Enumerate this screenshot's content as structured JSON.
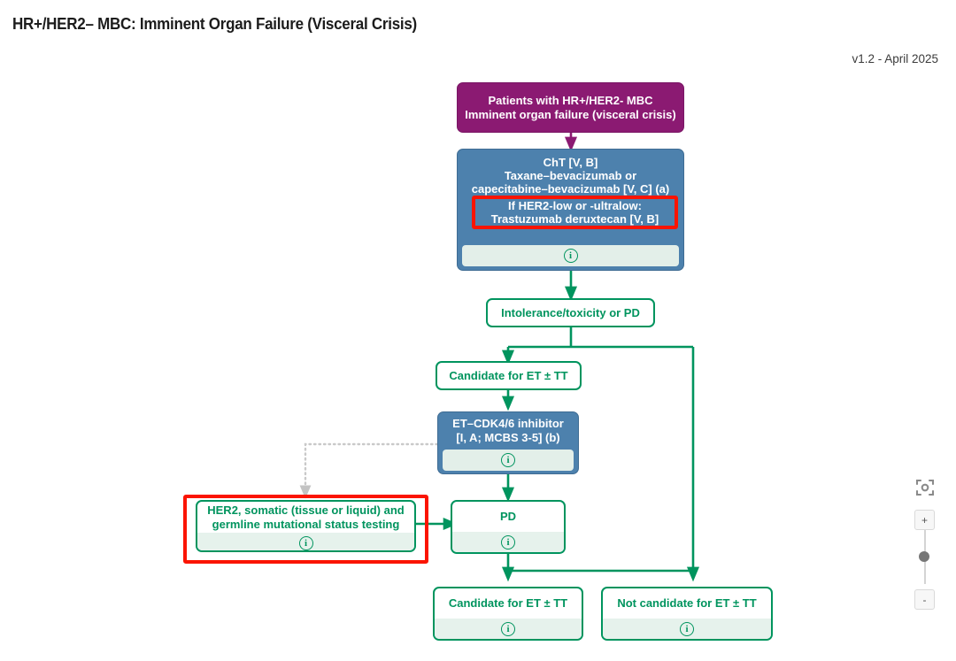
{
  "header": {
    "title": "HR+/HER2– MBC: Imminent Organ Failure (Visceral Crisis)",
    "version": "v1.2 - April 2025"
  },
  "colors": {
    "purple": "#8b1a72",
    "blue": "#4d81ad",
    "green": "#00945e",
    "red_highlight": "#fb1400",
    "info_bar": "#e6f2ec",
    "background": "#ffffff"
  },
  "flowchart": {
    "nodes": [
      {
        "id": "patients",
        "type": "purple",
        "lines": [
          "Patients with HR+/HER2- MBC",
          "Imminent organ failure (visceral crisis)"
        ],
        "has_info": false
      },
      {
        "id": "cht",
        "type": "blue",
        "lines": [
          "ChT [V, B]",
          "Taxane–bevacizumab or",
          "capecitabine–bevacizumab [V, C] (a)"
        ],
        "has_info": true
      },
      {
        "id": "intolerance",
        "type": "green",
        "lines": [
          "Intolerance/toxicity or PD"
        ],
        "has_info": false
      },
      {
        "id": "candidate-et-tt-1",
        "type": "green",
        "lines": [
          "Candidate for ET ± TT"
        ],
        "has_info": false
      },
      {
        "id": "et-cdk46",
        "type": "blue",
        "lines": [
          "ET–CDK4/6 inhibitor",
          "[I, A; MCBS 3-5] (b)"
        ],
        "has_info": true
      },
      {
        "id": "her2-testing",
        "type": "green",
        "lines": [
          "HER2, somatic (tissue or liquid) and",
          "germline mutational status testing"
        ],
        "has_info": true
      },
      {
        "id": "pd",
        "type": "green",
        "lines": [
          "PD"
        ],
        "has_info": true
      },
      {
        "id": "candidate-et-tt-2",
        "type": "green",
        "lines": [
          "Candidate for ET ± TT"
        ],
        "has_info": true
      },
      {
        "id": "not-candidate-et-tt",
        "type": "green",
        "lines": [
          "Not candidate for ET ± TT"
        ],
        "has_info": true
      }
    ],
    "highlight_overlay": {
      "lines": [
        "If HER2-low or -ultralow:",
        "Trastuzumab deruxtecan [V, B]"
      ]
    },
    "info_icon_label": "i"
  },
  "zoom_controls": {
    "fit_icon": "fit-to-screen-icon",
    "zoom_in_label": "+",
    "zoom_out_label": "-"
  }
}
